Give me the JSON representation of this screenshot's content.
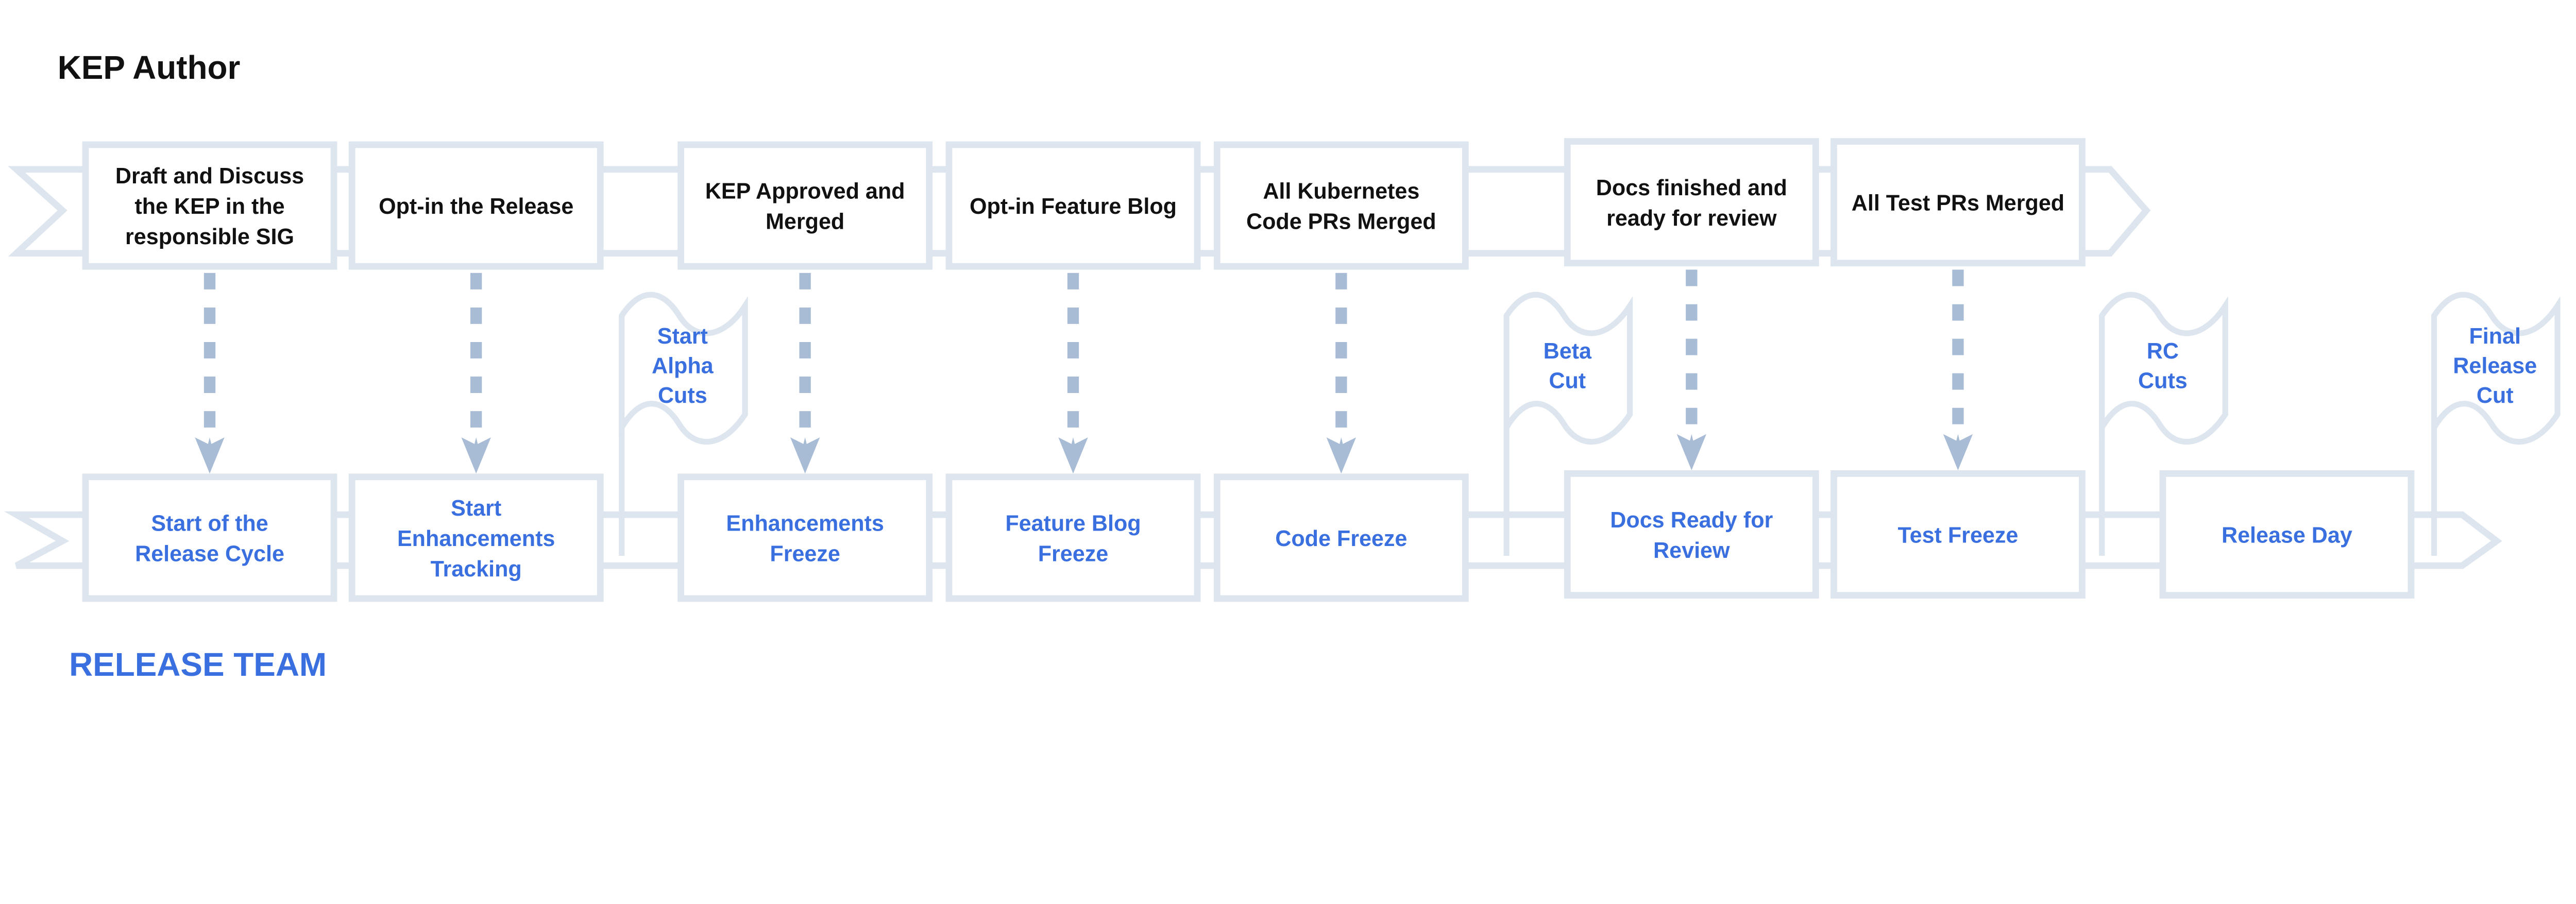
{
  "top_title": "KEP Author",
  "bottom_title": "RELEASE TEAM",
  "colors": {
    "author_text": "#111111",
    "release_text": "#3a6fe0",
    "outline": "#dde5ee",
    "arrow": "#a9bcd6"
  },
  "author_steps": [
    {
      "lines": [
        "Draft and Discuss",
        "the KEP in the",
        "responsible SIG"
      ]
    },
    {
      "lines": [
        "Opt-in the Release"
      ]
    },
    {
      "lines": [
        "KEP Approved and",
        "Merged"
      ]
    },
    {
      "lines": [
        "Opt-in Feature Blog"
      ]
    },
    {
      "lines": [
        "All Kubernetes",
        "Code PRs Merged"
      ]
    },
    {
      "lines": [
        "Docs finished and",
        "ready for review"
      ]
    },
    {
      "lines": [
        "All Test PRs Merged"
      ]
    }
  ],
  "release_steps": [
    {
      "lines": [
        "Start of the",
        "Release Cycle"
      ]
    },
    {
      "lines": [
        "Start",
        "Enhancements",
        "Tracking"
      ]
    },
    {
      "lines": [
        "Enhancements",
        "Freeze"
      ]
    },
    {
      "lines": [
        "Feature Blog",
        "Freeze"
      ]
    },
    {
      "lines": [
        "Code Freeze"
      ]
    },
    {
      "lines": [
        "Docs Ready for",
        "Review"
      ]
    },
    {
      "lines": [
        "Test Freeze"
      ]
    },
    {
      "lines": [
        "Release Day"
      ]
    }
  ],
  "flags": [
    {
      "lines": [
        "Start",
        "Alpha",
        "Cuts"
      ]
    },
    {
      "lines": [
        "Beta",
        "Cut"
      ]
    },
    {
      "lines": [
        "RC",
        "Cuts"
      ]
    },
    {
      "lines": [
        "Final",
        "Release",
        "Cut"
      ]
    }
  ]
}
